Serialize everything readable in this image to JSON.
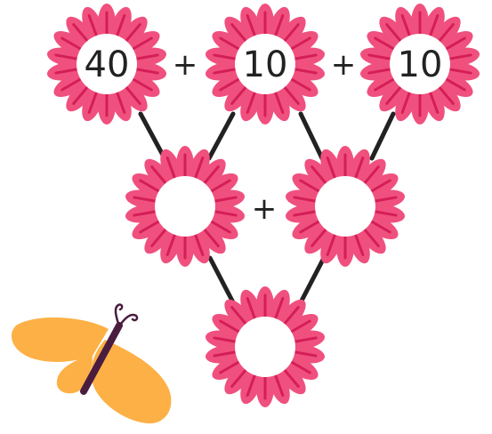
{
  "puzzle": {
    "top_numbers": [
      "40",
      "10",
      "10"
    ],
    "top_operators": [
      "+",
      "+"
    ],
    "middle_operators": [
      "+"
    ],
    "middle_blanks": [
      "",
      ""
    ],
    "bottom_blank": ""
  },
  "colors": {
    "petal": "#f0507e",
    "petal_vein": "#d41e57",
    "flower_center": "#ffffff",
    "connector": "#222222",
    "butterfly_wing": "#fdb045",
    "butterfly_body": "#4a1d3f"
  },
  "icons": {
    "flower": "flower-icon",
    "butterfly": "butterfly-icon"
  }
}
